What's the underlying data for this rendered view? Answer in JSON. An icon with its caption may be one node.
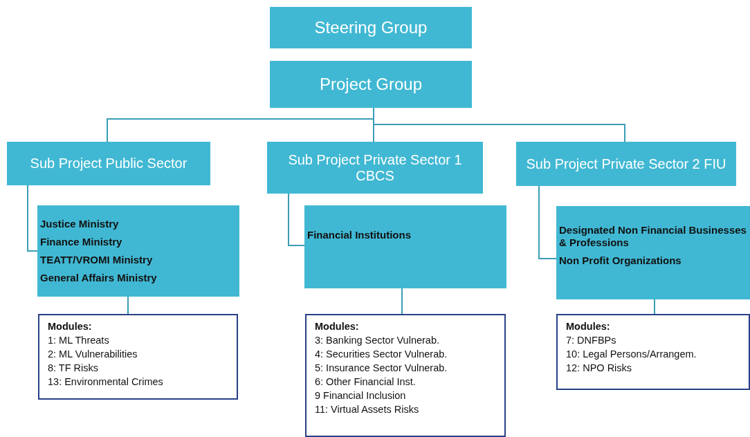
{
  "diagram": {
    "nodes": [
      {
        "text": [
          "Steering Group"
        ]
      },
      {
        "text": [
          "Project Group"
        ]
      },
      {
        "text": [
          "Sub Project Public Sector"
        ]
      },
      {
        "text": [
          "Sub Project Private Sector 1 CBCS"
        ]
      },
      {
        "text": [
          "Sub Project Private Sector 2 FIU"
        ]
      },
      {
        "text": [
          "Justice Ministry",
          "Finance Ministry",
          "TEATT/VROMI Ministry",
          "General Affairs Ministry"
        ]
      },
      {
        "text": [
          "Financial Institutions"
        ]
      },
      {
        "text": [
          "Designated Non Financial Businesses & Professions",
          "Non Profit Organizations"
        ]
      },
      {
        "text": [
          "Modules:",
          "1: ML Threats",
          "2: ML Vulnerabilities",
          "8: TF Risks",
          "13: Environmental Crimes"
        ]
      },
      {
        "text": [
          "Modules:",
          "3: Banking Sector Vulnerab.",
          "4: Securities Sector Vulnerab.",
          "5: Insurance Sector Vulnerab.",
          "6: Other Financial Inst.",
          "9  Financial Inclusion",
          "11: Virtual Assets Risks"
        ]
      },
      {
        "text": [
          "Modules:",
          "7: DNFBPs",
          "10: Legal Persons/Arrangem.",
          "12: NPO Risks"
        ]
      }
    ],
    "edges": [
      {
        "from": 1,
        "to": 2,
        "arrow": "none"
      },
      {
        "from": 1,
        "to": 3,
        "arrow": "none"
      },
      {
        "from": 1,
        "to": 4,
        "arrow": "none"
      },
      {
        "from": 2,
        "to": 5,
        "arrow": "none"
      },
      {
        "from": 3,
        "to": 6,
        "arrow": "none"
      },
      {
        "from": 4,
        "to": 7,
        "arrow": "none"
      },
      {
        "from": 5,
        "to": 8,
        "arrow": "none"
      },
      {
        "from": 6,
        "to": 9,
        "arrow": "none"
      },
      {
        "from": 7,
        "to": 10,
        "arrow": "none"
      }
    ]
  }
}
